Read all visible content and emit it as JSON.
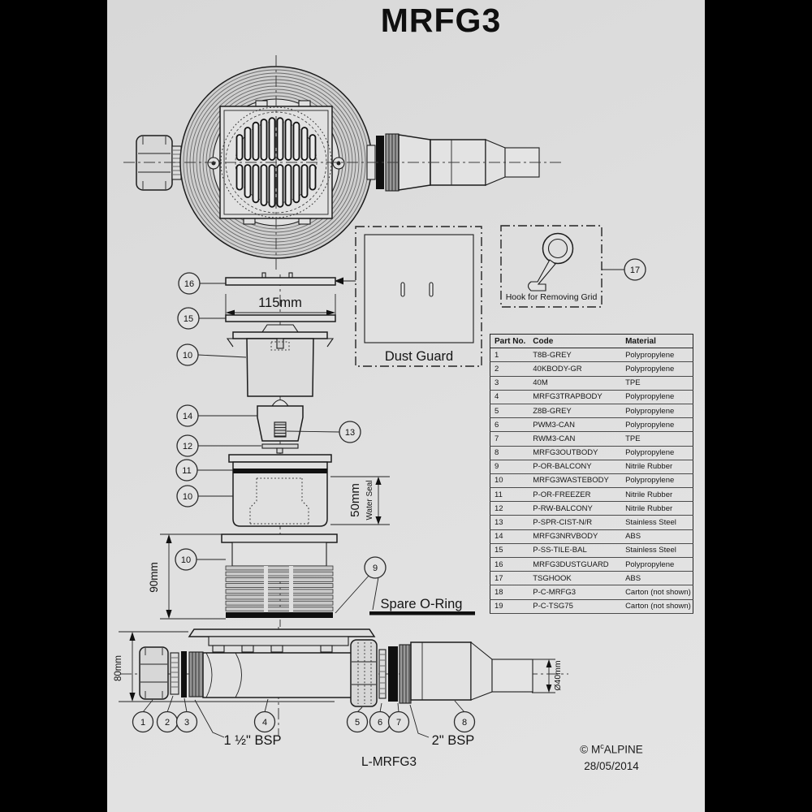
{
  "title": "MRFG3",
  "labels": {
    "dust_guard": "Dust Guard",
    "hook_caption": "Hook for Removing Grid",
    "spare_o_ring": "Spare O-Ring",
    "bsp_inlet": "1 ½\" BSP",
    "bsp_outlet": "2\" BSP",
    "drawing_code": "L-MRFG3"
  },
  "dimensions": {
    "grid_width": "115mm",
    "water_seal_value": "50mm",
    "water_seal_label": "Water Seal",
    "body_height": "90mm",
    "trap_height": "80mm",
    "outlet_diameter": "Ø40mm"
  },
  "copyright": {
    "prefix": "© M",
    "sup": "c",
    "rest": "ALPINE",
    "date": "28/05/2014"
  },
  "callouts": {
    "n1": "1",
    "n2": "2",
    "n3": "3",
    "n4": "4",
    "n5": "5",
    "n6": "6",
    "n7": "7",
    "n8": "8",
    "n9": "9",
    "n10": "10",
    "n11": "11",
    "n12": "12",
    "n13": "13",
    "n14": "14",
    "n15": "15",
    "n16": "16",
    "n17": "17"
  },
  "table": {
    "headers": [
      "Part No.",
      "Code",
      "Material"
    ],
    "rows": [
      [
        "1",
        "T8B-GREY",
        "Polypropylene"
      ],
      [
        "2",
        "40KBODY-GR",
        "Polypropylene"
      ],
      [
        "3",
        "40M",
        "TPE"
      ],
      [
        "4",
        "MRFG3TRAPBODY",
        "Polypropylene"
      ],
      [
        "5",
        "Z8B-GREY",
        "Polypropylene"
      ],
      [
        "6",
        "PWM3-CAN",
        "Polypropylene"
      ],
      [
        "7",
        "RWM3-CAN",
        "TPE"
      ],
      [
        "8",
        "MRFG3OUTBODY",
        "Polypropylene"
      ],
      [
        "9",
        "P-OR-BALCONY",
        "Nitrile Rubber"
      ],
      [
        "10",
        "MRFG3WASTEBODY",
        "Polypropylene"
      ],
      [
        "11",
        "P-OR-FREEZER",
        "Nitrile Rubber"
      ],
      [
        "12",
        "P-RW-BALCONY",
        "Nitrile Rubber"
      ],
      [
        "13",
        "P-SPR-CIST-N/R",
        "Stainless Steel"
      ],
      [
        "14",
        "MRFG3NRVBODY",
        "ABS"
      ],
      [
        "15",
        "P-SS-TILE-BAL",
        "Stainless Steel"
      ],
      [
        "16",
        "MRFG3DUSTGUARD",
        "Polypropylene"
      ],
      [
        "17",
        "TSGHOOK",
        "ABS"
      ],
      [
        "18",
        "P-C-MRFG3",
        "Carton (not shown)"
      ],
      [
        "19",
        "P-C-TSG75",
        "Carton (not shown)"
      ]
    ]
  }
}
